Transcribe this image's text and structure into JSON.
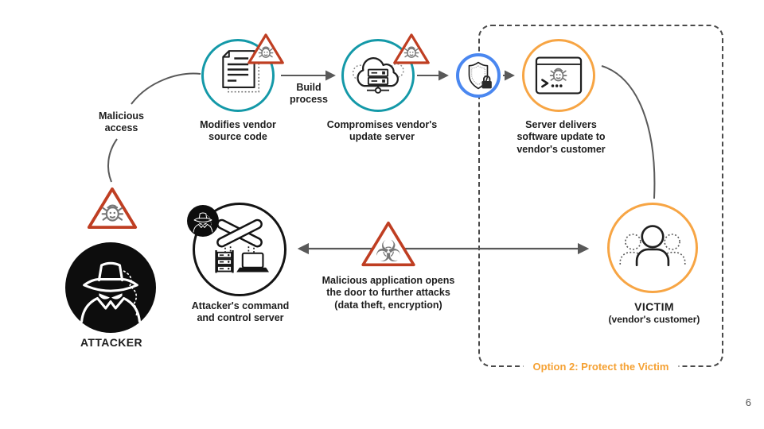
{
  "colors": {
    "teal": "#1499A8",
    "orange": "#F7A544",
    "blue": "#4A87F0",
    "alert_red": "#BF3E22",
    "line_gray": "#595959",
    "icon_gray": "#777777",
    "black": "#111111",
    "text": "#1d1d1d",
    "option_orange": "#F5A133"
  },
  "labels": {
    "malicious_access": [
      "Malicious",
      "access"
    ],
    "modifies_source": [
      "Modifies vendor",
      "source code"
    ],
    "build_process": [
      "Build",
      "process"
    ],
    "compromises_server": [
      "Compromises vendor's",
      "update server"
    ],
    "server_delivers": [
      "Server delivers",
      "software update to",
      "vendor's customer"
    ],
    "victim_title": "VICTIM",
    "victim_subtitle": "(vendor's customer)",
    "attacker_title": "ATTACKER",
    "cc_server": [
      "Attacker's command",
      "and control server"
    ],
    "further_attacks": [
      "Malicious application opens",
      "the door to further attacks",
      "(data theft, encryption)"
    ],
    "option_box": "Option 2: Protect the Victim",
    "page_number": "6"
  },
  "icons": [
    "malware-bug-warning-triangle",
    "document-source-code",
    "cloud-update-server",
    "shield-lock-protection",
    "terminal-malware",
    "victim-user-group",
    "attacker-spy",
    "command-control-x-server",
    "biohazard-warning-triangle"
  ]
}
